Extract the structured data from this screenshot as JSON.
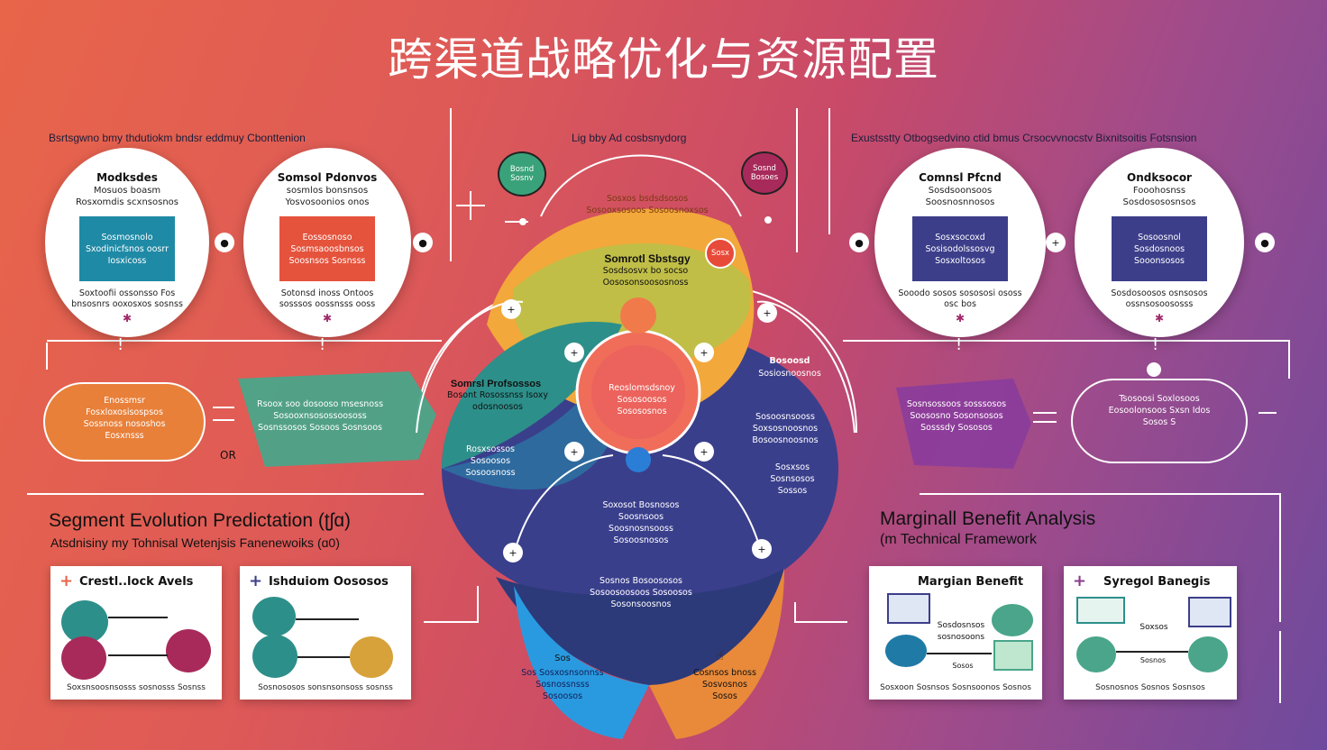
{
  "title": "跨渠道战略优化与资源配置",
  "top_left": {
    "caption": "Bsrtsgwno bmy thdutiokm bndsr eddmuy Cbonttenion",
    "nodes": [
      {
        "title": "Modksdes",
        "subtitle": "Mosuos boasm",
        "subtitle2": "Rosxomdis scxnsosnos",
        "box_text": "Sosmosnolo Sxodinicfsnos oosrr Iosxicoss",
        "box_color": "#1f8aa6",
        "body_text": "Soxtoofii ossonsso Fos bnsosnrs ooxosxos sosnss"
      },
      {
        "title": "Somsol Pdonvos",
        "subtitle": "sosmlos bonsnsos",
        "subtitle2": "Yosvosoonios onos",
        "box_text": "Eossosnoso Sosmsaoosbnsos Soosnsos Sosnsss",
        "box_color": "#e5533c",
        "body_text": "Sotonsd inoss Ontoos sosssos oossnsss ooss"
      }
    ],
    "oval_text": "Enossmsr Fosxloxosisospsos Sossnoss nososhos Eosxnsss",
    "or_label": "OR"
  },
  "top_right": {
    "caption": "Exustsstty Otbogsedvino ctid bmus Crsocvvnocstv Bixnitsoitis Fotsnsion",
    "nodes": [
      {
        "title": "Comnsl Pfcnd",
        "subtitle": "Sosdsoonsoos",
        "subtitle2": "Soosnosnnosos",
        "box_text": "Sosxsocoxd Sosisodolssosvg Sosxoltosos",
        "box_color": "#3c3e8a",
        "body_text": "Sooodo sosos sosososi ososs osc bos"
      },
      {
        "title": "Ondksocor",
        "subtitle": "Fooohosnss",
        "subtitle2": "Sosdosososnsos",
        "box_text": "Sosoosnol Sosdosnoos Sooonsosos",
        "box_color": "#3c3e8a",
        "body_text": "Sosdosoosos osnsosos ossnsosoososss"
      }
    ],
    "oval_text": "Tsosoosi Soxlosoos Eosoolonsoos Sxsn Idos Sosos S"
  },
  "center": {
    "top_label": "Lig bby Ad cosbsnydorg",
    "left_badge": "Bosnd Sosnv",
    "right_badge": "Sosnd Bosoes",
    "yellow_text": "Sosxos bsdsdsosos Sosooxsosoos Sosoosnoxsos",
    "green_title": "Somrotl Sbstsgy",
    "green_text": "Sosdsosvx bo socso Oososonsoososnoss",
    "core_text": "Reoslomsdsnoy Sososoosos Sosososnos",
    "left_title": "Somrsl Profsossos",
    "left_text": "Bosont Rosossnss Isoxy odosnoosos",
    "left_body": "Rosxsossos Sosoosos Sosoosnoss",
    "right_title": "Bosoosd",
    "right_text": "Sosiosnoosnos",
    "right_body": "Sosoosnsooss Soxsosnoosnos Bosoosnoosnos",
    "right_body2": "Sosxsos Sosnsosos Sossos",
    "lower_text": "Soxosot Bosnosos Soosnsoos Soosnosnsooss Sosoosnosos",
    "bottom_text": "Sosnos Bosoososos Sosoosoosoos Sosoosos Sosonsoosnos",
    "blue_footer": "Sos Sosxosnsonnss Sosnossnsss Sosoosos",
    "orange_footer": "Cosnsos bnoss Sosvosnos Sosos",
    "blue_num": "Sos",
    "small_dot": "Sosx"
  },
  "left_mid": {
    "text": "Rsoox soo dosooso msesnoss Sosooxnsosossoososs Sosnssosos Sosoos Sosnsoos"
  },
  "right_mid": {
    "text": "Sosnsossoos sosssosos Soososno Sosonsosos Sosssdy Sososos"
  },
  "bottom_left": {
    "heading": "Segment Evolution Predictation",
    "heading_suffix": "(ʈʃɑ)",
    "subheading": "Atsdnisiny my Tohnisal Wetenjsis Fanenewoiks",
    "subheading_suffix": "(ɑ0)",
    "cards": [
      {
        "title": "Crestl..lock Avels",
        "footer": "Soxsnsoosnsosss sosnosss Sosnss",
        "plus_color": "#e8654a"
      },
      {
        "title": "Ishduiom Oososos",
        "footer": "Sosnososos sonsnsonsoss sosnss",
        "plus_color": "#3c3e8a"
      }
    ]
  },
  "bottom_right": {
    "heading": "Marginall Benefit Analysis",
    "subheading": "(m Technical Framework",
    "cards": [
      {
        "title": "Margian Benefit",
        "footer": "Sosxoon Sosnsos Sosnsoonos Sosnos",
        "inner_text": "Sosdosnsos sosnosoons",
        "inner_small": "Sosos",
        "plus_color": "#3c3e8a"
      },
      {
        "title": "Syregol Banegis",
        "footer": "Sosnosnos Sosnos Sosnsos",
        "inner_text": "Soxsos",
        "inner_small": "Sosnos",
        "plus_color": "#8a3c8a"
      }
    ]
  }
}
